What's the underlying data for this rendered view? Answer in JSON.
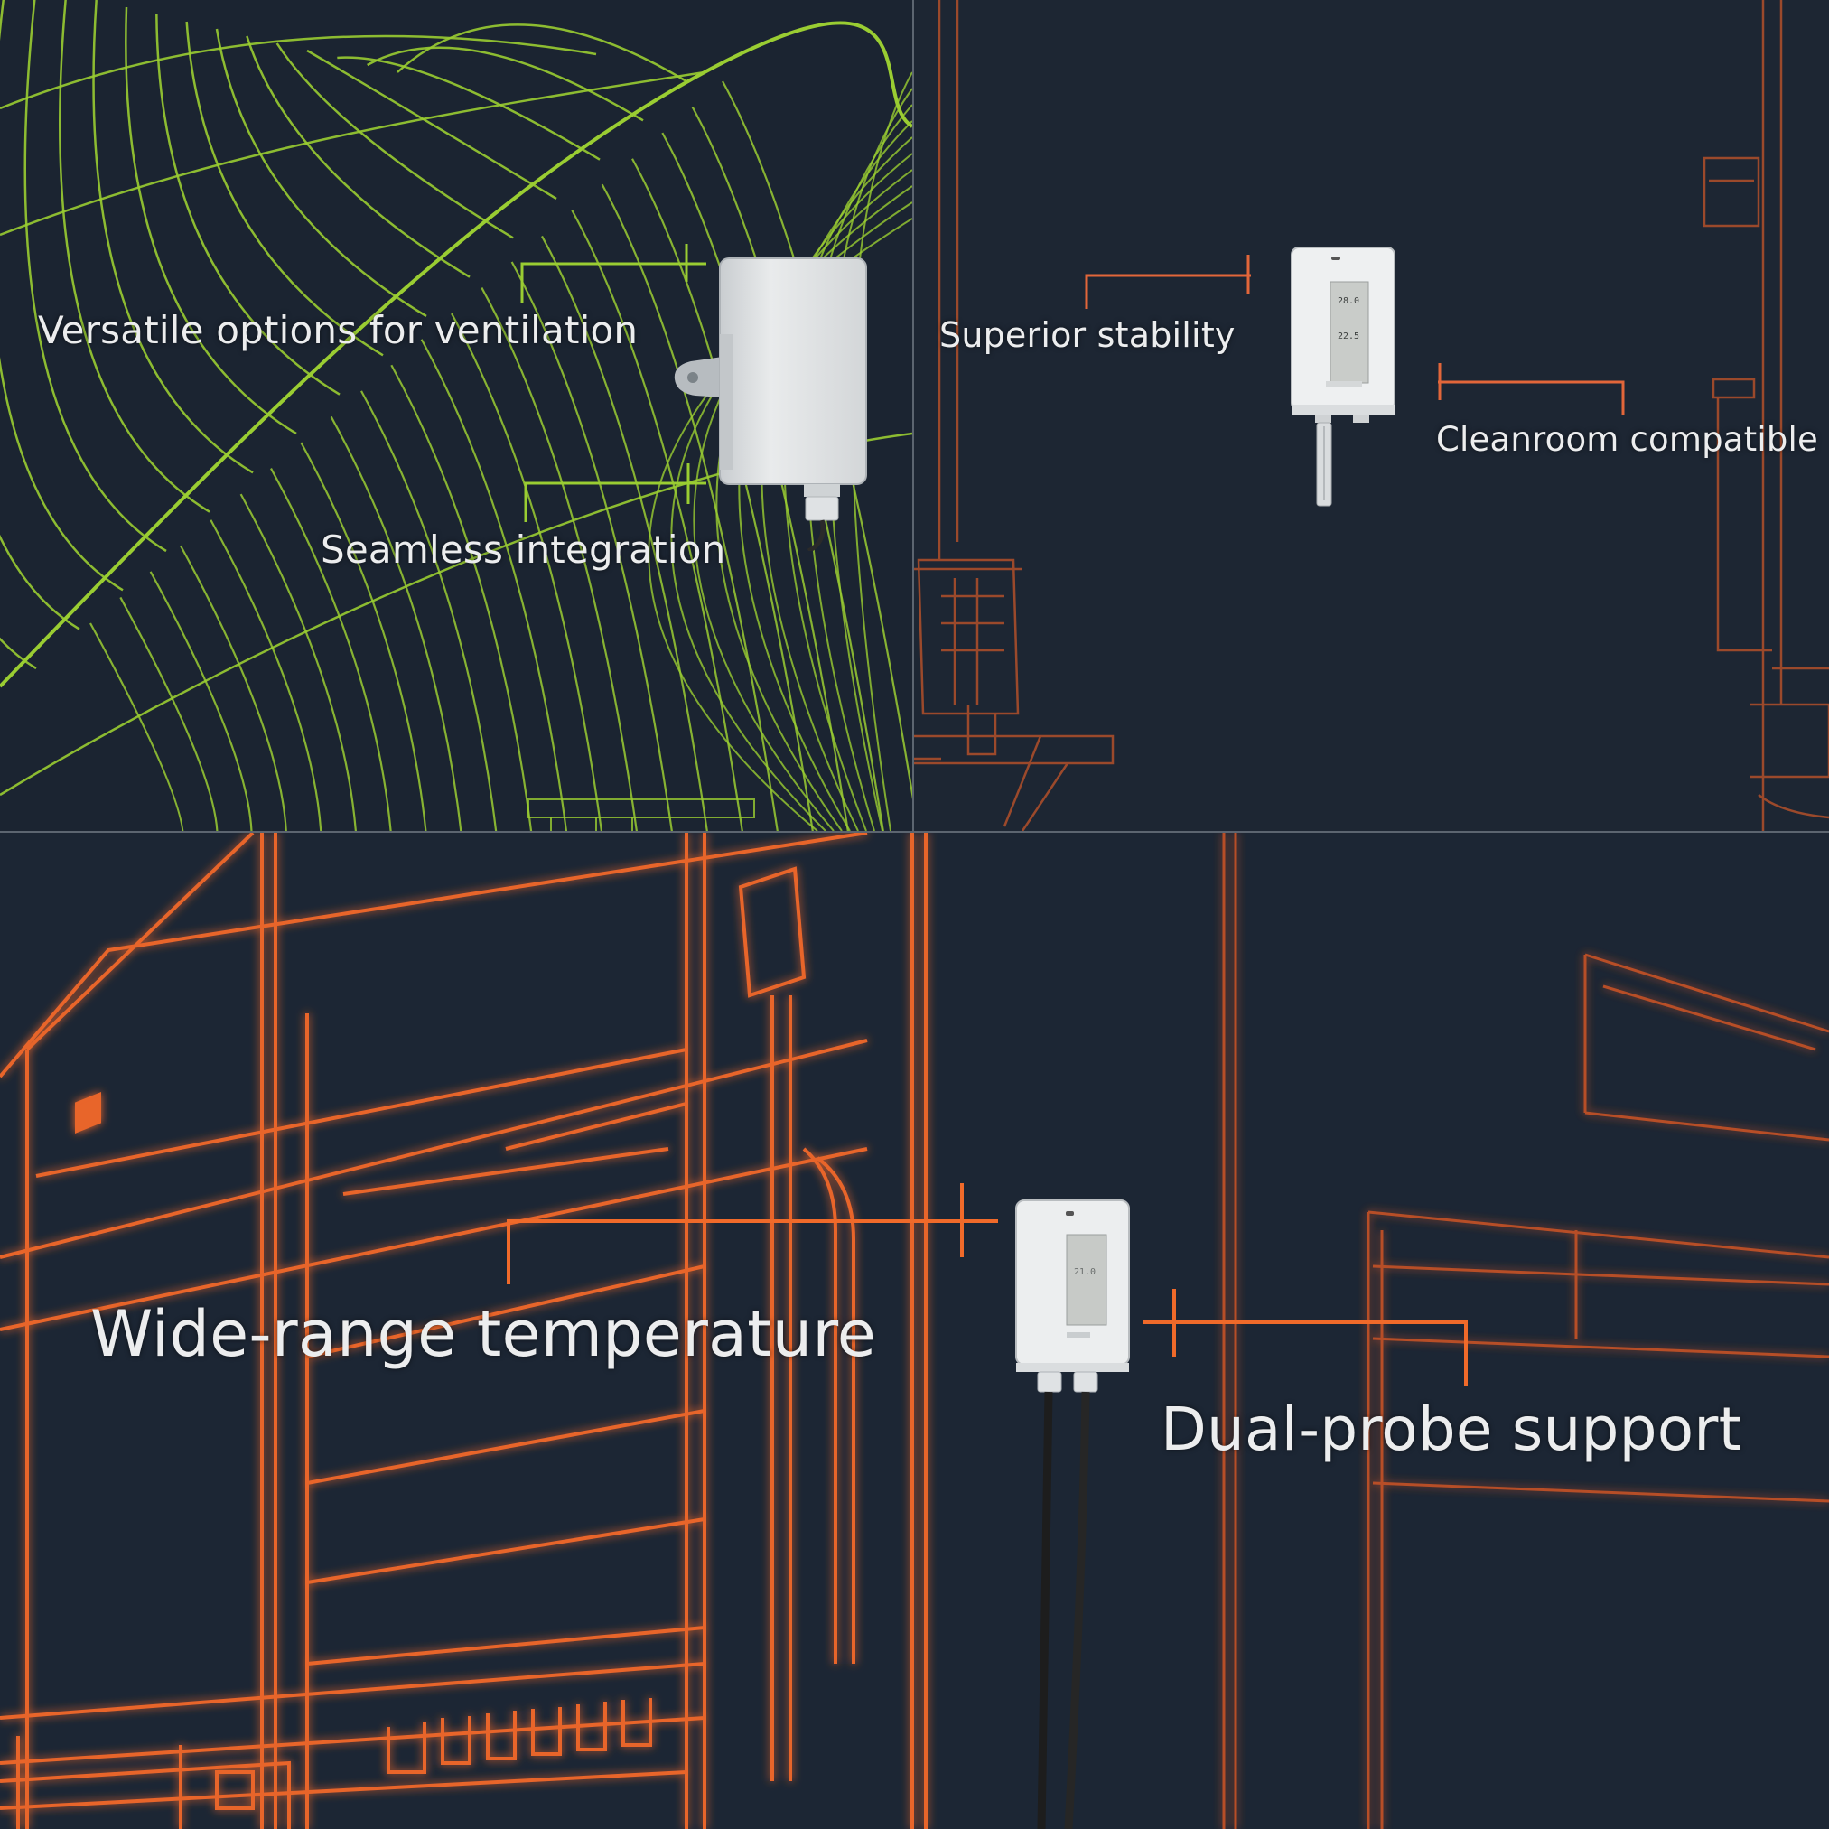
{
  "panels": {
    "ventilation": {
      "labels": {
        "versatile": "Versatile options for ventilation",
        "seamless": "Seamless integration"
      },
      "accent": "#9acd32"
    },
    "cleanroom": {
      "labels": {
        "stability": "Superior stability",
        "cleanroom": "Cleanroom compatible"
      },
      "display": {
        "reading1": "28.0",
        "reading2": "22.5"
      },
      "accent": "#e2663a"
    },
    "industrial": {
      "labels": {
        "temperature": "Wide-range temperature",
        "dual_probe": "Dual-probe support"
      },
      "display": {
        "reading": "21.0"
      },
      "accent": "#f06a2a"
    }
  }
}
